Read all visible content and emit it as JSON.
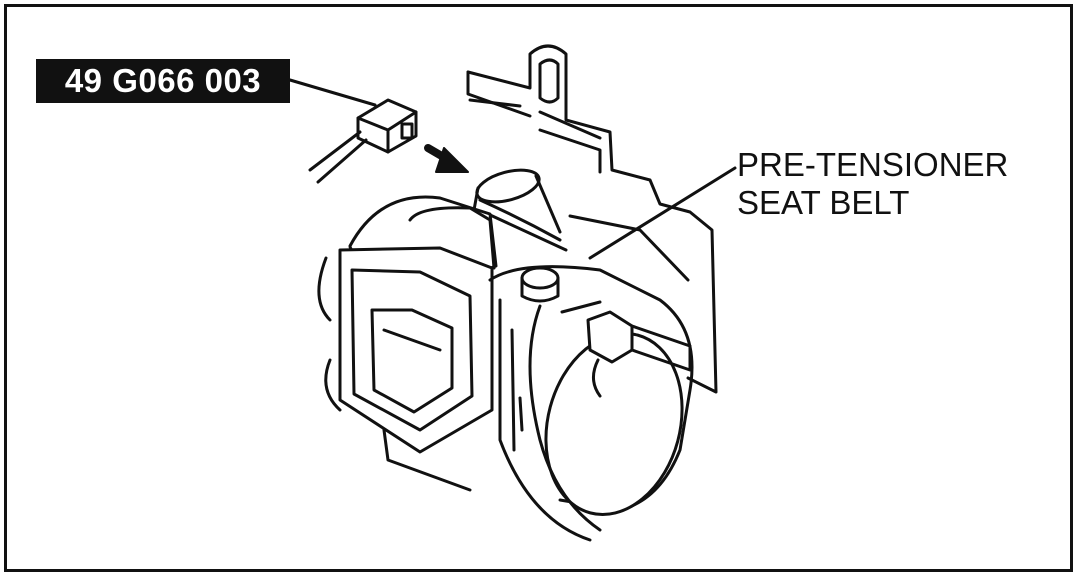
{
  "diagram": {
    "tool_label": "49 G066 003",
    "component_label": {
      "line1": "PRE-TENSIONER",
      "line2": "SEAT BELT"
    }
  }
}
